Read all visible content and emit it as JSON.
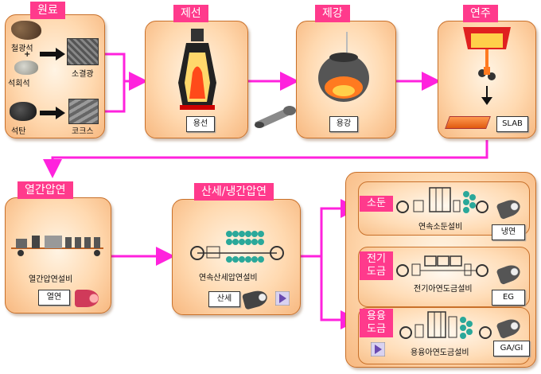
{
  "stages": {
    "raw": {
      "title": "원료",
      "iron_ore": "철광석",
      "plus": "+",
      "limestone": "석회석",
      "sinter": "소결광",
      "coal": "석탄",
      "coke": "코크스"
    },
    "ironmaking": {
      "title": "제선",
      "product": "용선"
    },
    "steelmaking": {
      "title": "제강",
      "product": "용강"
    },
    "casting": {
      "title": "연주",
      "product": "SLAB"
    },
    "hot_rolling": {
      "title": "열간압연",
      "equipment": "열간압연설비",
      "product": "열연"
    },
    "pickling": {
      "title": "산세/냉간압연",
      "equipment": "연속산세압연설비",
      "product": "산세"
    },
    "finishing": {
      "annealing": {
        "title": "소둔",
        "equipment": "연속소둔설비",
        "product": "냉연"
      },
      "electro": {
        "title_line1": "전기",
        "title_line2": "도금",
        "equipment": "전기아연도금설비",
        "product": "EG"
      },
      "hotdip": {
        "title_line1": "용융",
        "title_line2": "도금",
        "equipment": "용융아연도금설비",
        "product": "GA/GI"
      }
    }
  },
  "colors": {
    "flow_arrow": "#ff22dd",
    "tag": "#ff3a8c",
    "panel_border": "#c8702a"
  }
}
